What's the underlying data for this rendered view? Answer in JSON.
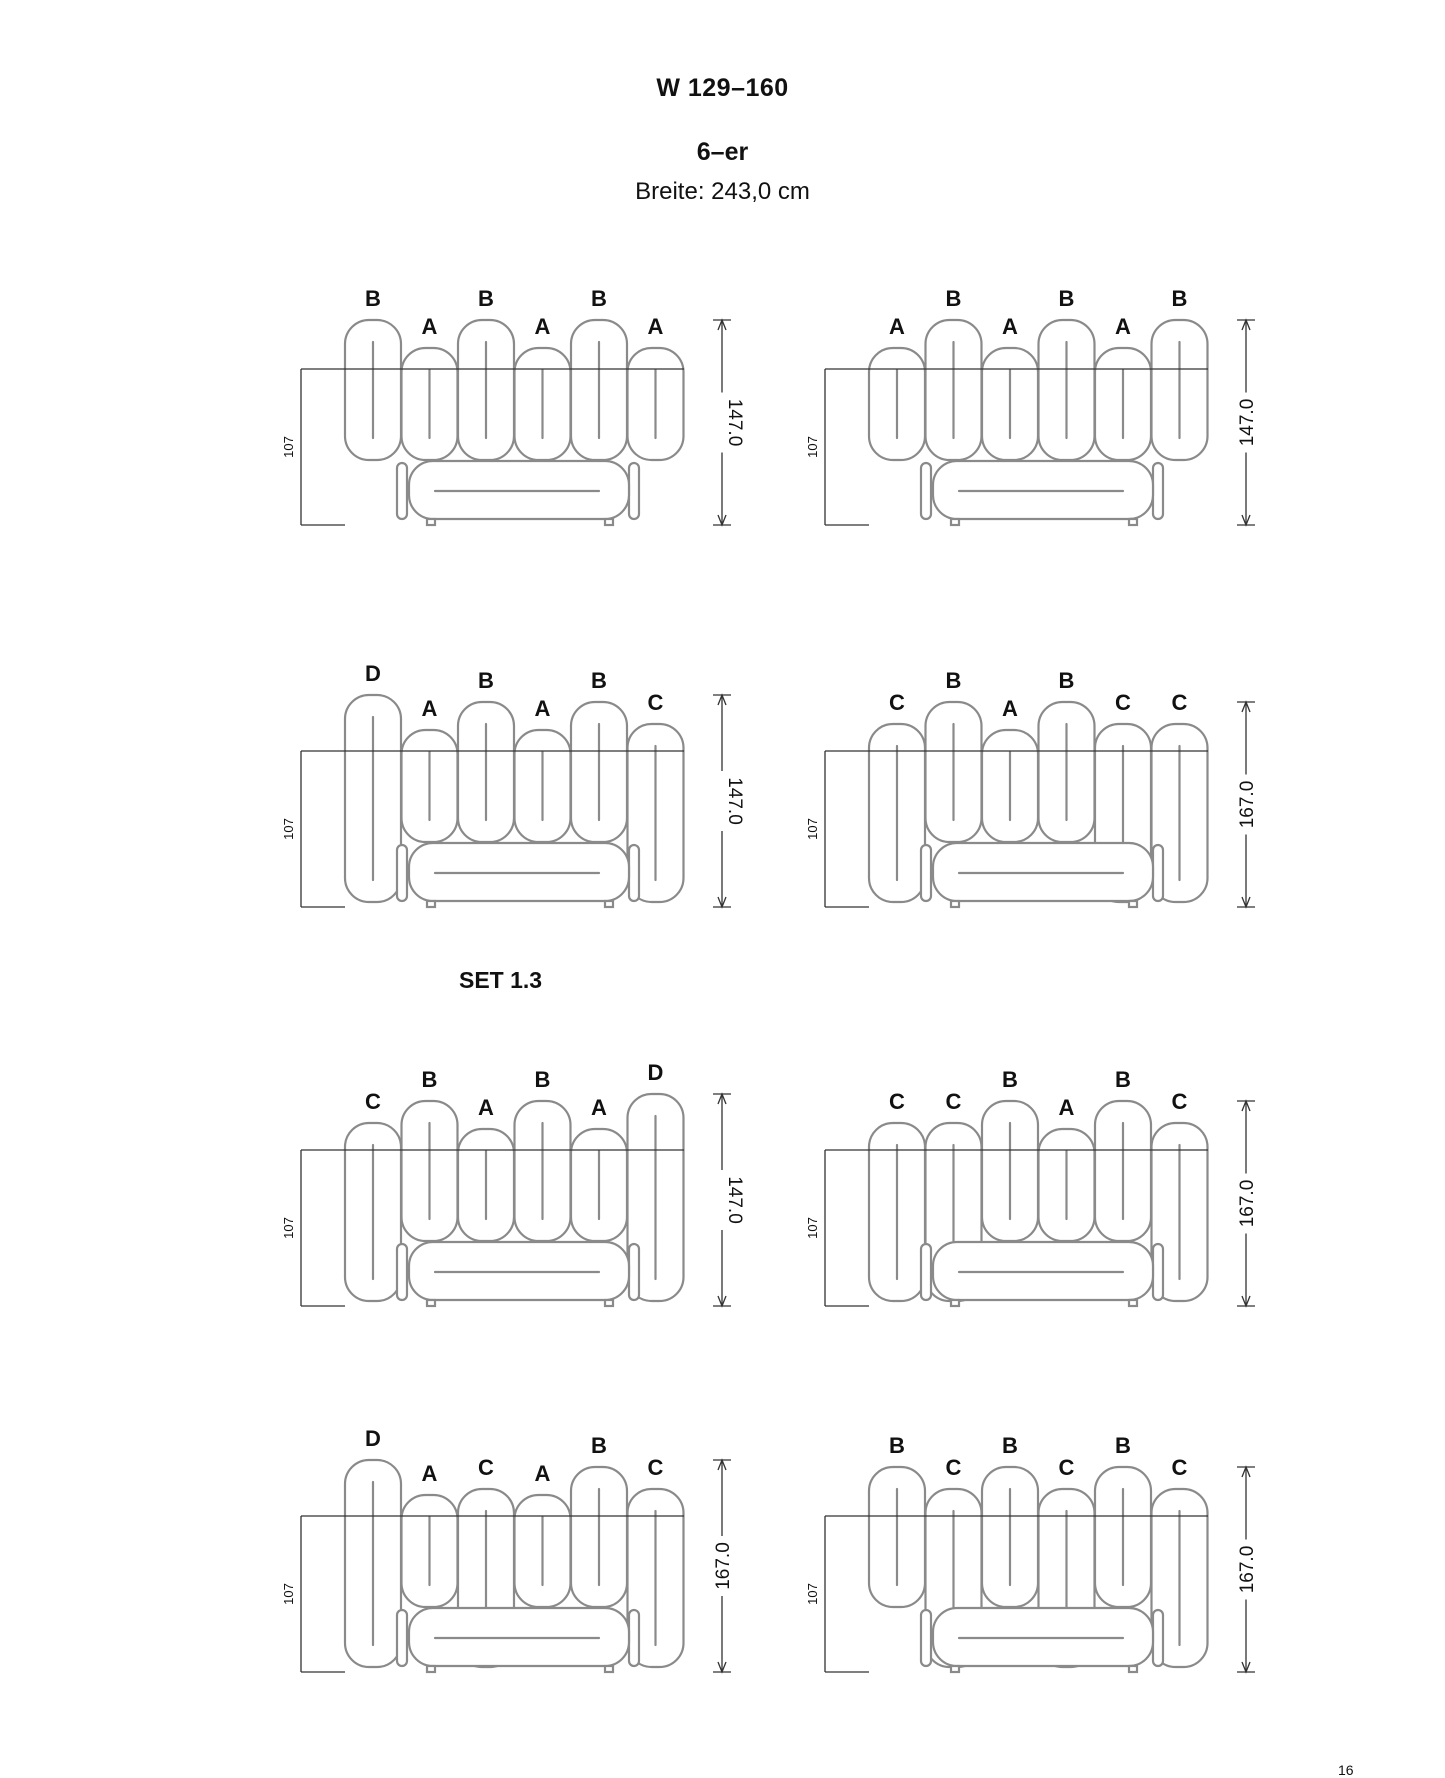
{
  "header": {
    "series": "W 129–160",
    "model": "6–er",
    "width": "Breite: 243,0 cm"
  },
  "set_label": "SET 1.3",
  "page_number": "16",
  "configurations": [
    {
      "letters": [
        "B",
        "A",
        "B",
        "A",
        "B",
        "A"
      ],
      "height_label": "147.0",
      "seat_label": "107"
    },
    {
      "letters": [
        "A",
        "B",
        "A",
        "B",
        "A",
        "B"
      ],
      "height_label": "147.0",
      "seat_label": "107"
    },
    {
      "letters": [
        "D",
        "A",
        "B",
        "A",
        "B",
        "C"
      ],
      "height_label": "147.0",
      "seat_label": "107"
    },
    {
      "letters": [
        "C",
        "B",
        "A",
        "B",
        "C",
        "C"
      ],
      "height_label": "167.0",
      "seat_label": "107"
    },
    {
      "letters": [
        "C",
        "B",
        "A",
        "B",
        "A",
        "D"
      ],
      "height_label": "147.0",
      "seat_label": "107"
    },
    {
      "letters": [
        "C",
        "C",
        "B",
        "A",
        "B",
        "C"
      ],
      "height_label": "167.0",
      "seat_label": "107"
    },
    {
      "letters": [
        "D",
        "A",
        "C",
        "A",
        "B",
        "C"
      ],
      "height_label": "167.0",
      "seat_label": "107"
    },
    {
      "letters": [
        "B",
        "C",
        "B",
        "C",
        "B",
        "C"
      ],
      "height_label": "167.0",
      "seat_label": "107"
    }
  ]
}
